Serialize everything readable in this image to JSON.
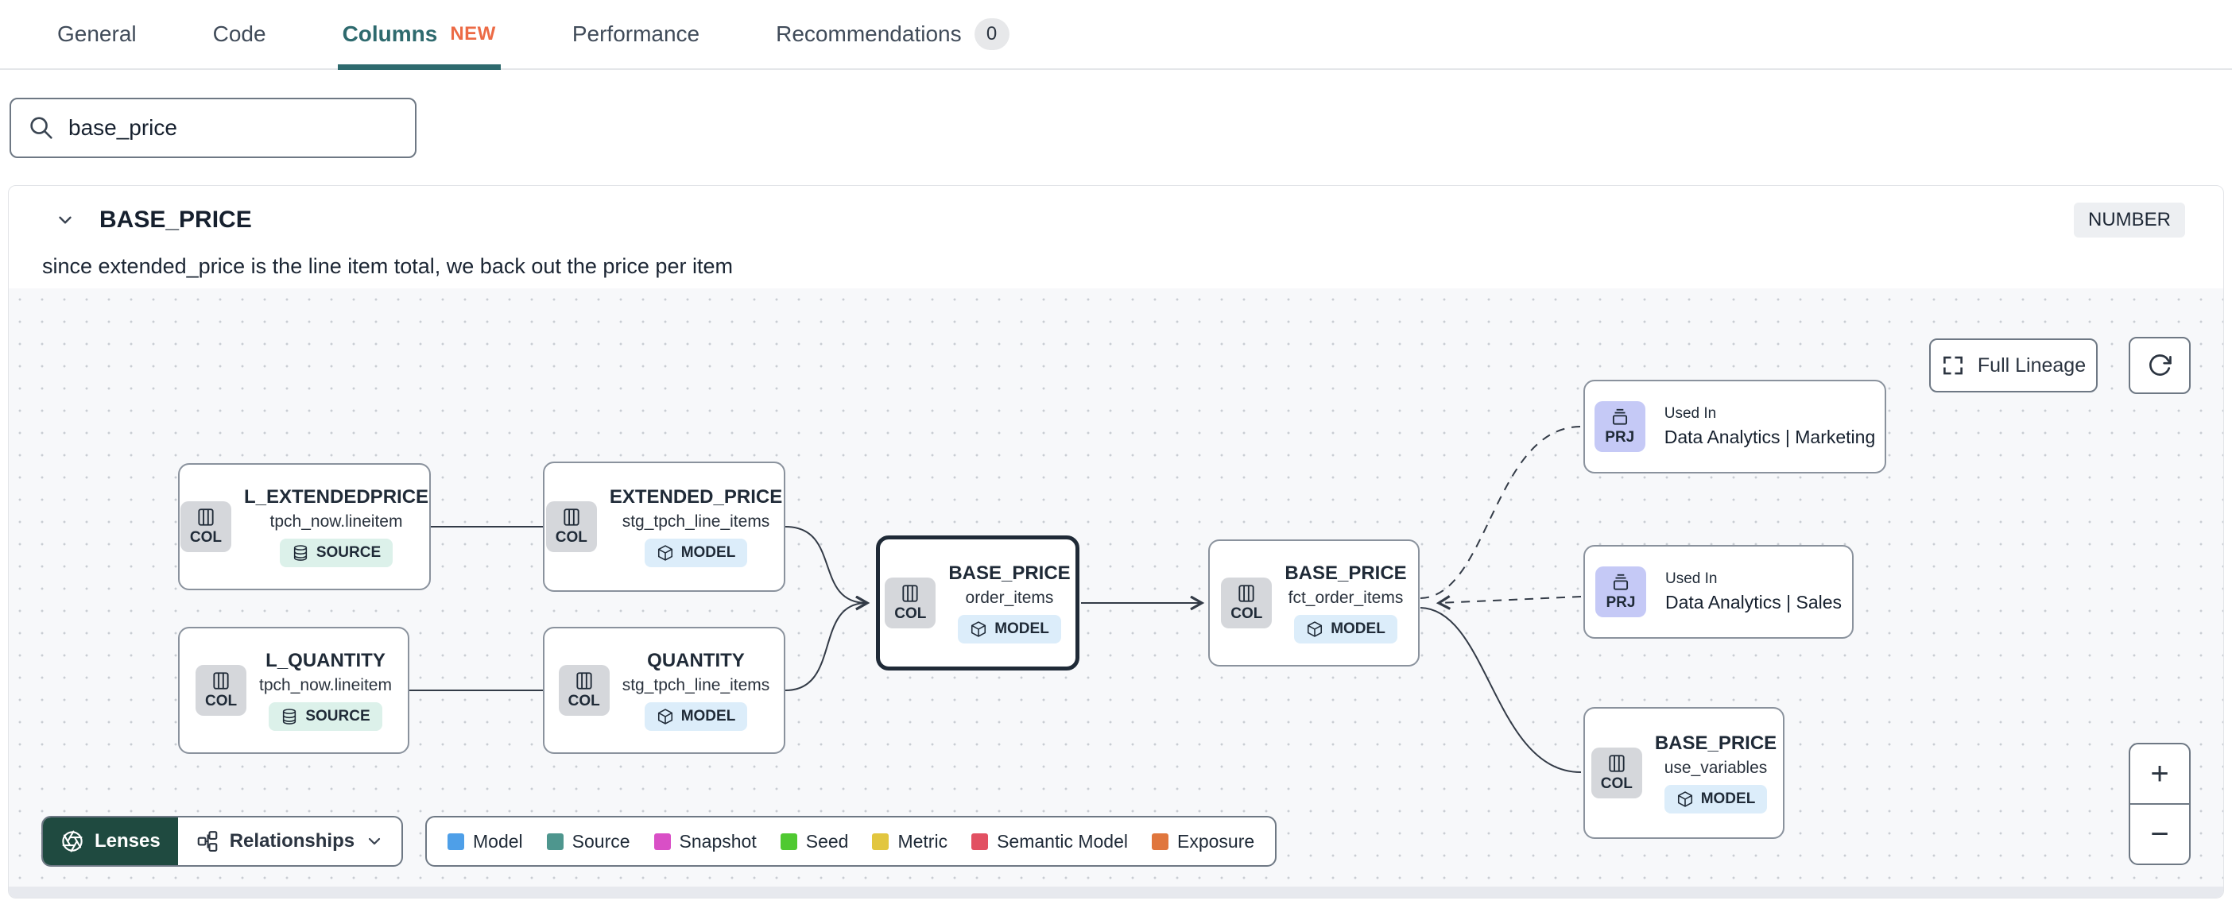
{
  "tabs": [
    {
      "label": "General"
    },
    {
      "label": "Code"
    },
    {
      "label": "Columns",
      "badge": "NEW",
      "active": true
    },
    {
      "label": "Performance"
    },
    {
      "label": "Recommendations",
      "count": "0"
    }
  ],
  "search": {
    "value": "base_price"
  },
  "column_panel": {
    "column_name": "BASE_PRICE",
    "data_type": "NUMBER",
    "description": "since extended_price is the line item total, we back out the price per item"
  },
  "lineage": {
    "nodes": [
      {
        "kind": "COL",
        "title": "L_EXTENDEDPRICE",
        "subtitle": "tpch_now.lineitem",
        "badge": "SOURCE"
      },
      {
        "kind": "COL",
        "title": "L_QUANTITY",
        "subtitle": "tpch_now.lineitem",
        "badge": "SOURCE"
      },
      {
        "kind": "COL",
        "title": "EXTENDED_PRICE",
        "subtitle": "stg_tpch_line_items",
        "badge": "MODEL"
      },
      {
        "kind": "COL",
        "title": "QUANTITY",
        "subtitle": "stg_tpch_line_items",
        "badge": "MODEL"
      },
      {
        "kind": "COL",
        "title": "BASE_PRICE",
        "subtitle": "order_items",
        "badge": "MODEL",
        "selected": true
      },
      {
        "kind": "COL",
        "title": "BASE_PRICE",
        "subtitle": "fct_order_items",
        "badge": "MODEL"
      },
      {
        "kind": "PRJ",
        "used_in": "Used In",
        "title": "Data Analytics | Marketing"
      },
      {
        "kind": "PRJ",
        "used_in": "Used In",
        "title": "Data Analytics | Sales"
      },
      {
        "kind": "COL",
        "title": "BASE_PRICE",
        "subtitle": "use_variables",
        "badge": "MODEL"
      }
    ],
    "controls": {
      "full_lineage": "Full Lineage",
      "zoom_in": "+",
      "zoom_out": "−"
    },
    "toolbar": {
      "lenses": "Lenses",
      "relationships": "Relationships"
    },
    "legend": [
      {
        "label": "Model",
        "color": "#4e9fe8"
      },
      {
        "label": "Source",
        "color": "#4e968e"
      },
      {
        "label": "Snapshot",
        "color": "#d94fc6"
      },
      {
        "label": "Seed",
        "color": "#4fc931"
      },
      {
        "label": "Metric",
        "color": "#e2c63f"
      },
      {
        "label": "Semantic Model",
        "color": "#e25062"
      },
      {
        "label": "Exposure",
        "color": "#e0763d"
      }
    ]
  },
  "icons": {
    "search": "magnifier",
    "chevron_down": "v-caret",
    "columns": "table-columns",
    "cube": "model-cube",
    "database": "source-cylinder",
    "archive": "project-box",
    "aperture": "lenses-aperture",
    "hierarchy": "relationships-graph",
    "expand": "corner-brackets",
    "refresh": "circular-arrow"
  },
  "colors": {
    "accent_teal": "#2e6a6e",
    "new_badge": "#ec6a45",
    "lenses_bg": "#1f4a40",
    "selected_node_border": "#1f2a37",
    "model_badge_bg": "#dcedfa",
    "source_badge_bg": "#dcf1ea",
    "project_badge_bg": "#c5c9f6",
    "data_type_pill_bg": "#edeff2"
  }
}
